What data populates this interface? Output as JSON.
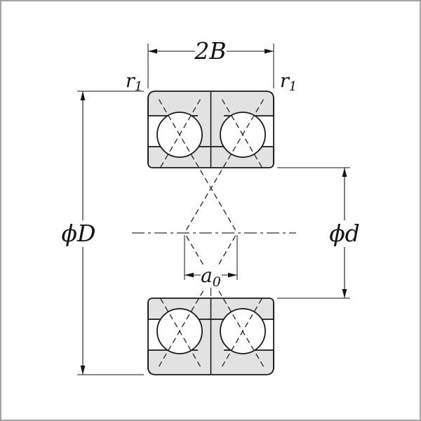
{
  "diagram": {
    "labels": {
      "width": "2B",
      "outer_diameter": "ϕD",
      "bore_diameter": "ϕd",
      "r1_left": {
        "base": "r",
        "sub": "1"
      },
      "r1_right": {
        "base": "r",
        "sub": "1"
      },
      "a0": {
        "base": "a",
        "sub": "0"
      }
    },
    "colors": {
      "ring_fill": "#e2e2e2",
      "outline": "#1a1a1a",
      "frame_border": "#a3a3a3",
      "background": "#ffffff"
    }
  }
}
